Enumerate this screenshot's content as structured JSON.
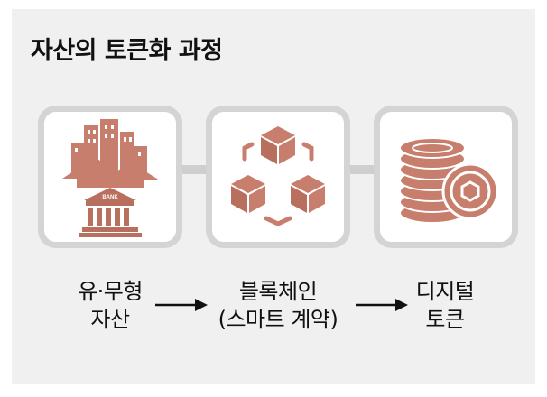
{
  "title": "자산의 토큰화 과정",
  "colors": {
    "accent": "#c87e6c",
    "accent_dark": "#b96f5d",
    "card_border": "#d4d4d4",
    "background": "#f0f0f0"
  },
  "steps": [
    {
      "icon": "building-bank-icon",
      "line1": "유·무형",
      "line2": "자산",
      "badge": "BANK"
    },
    {
      "icon": "blockchain-cubes-icon",
      "line1": "블록체인",
      "line2": "(스마트 계약)"
    },
    {
      "icon": "coin-stack-icon",
      "line1": "디지털",
      "line2": "토큰"
    }
  ]
}
